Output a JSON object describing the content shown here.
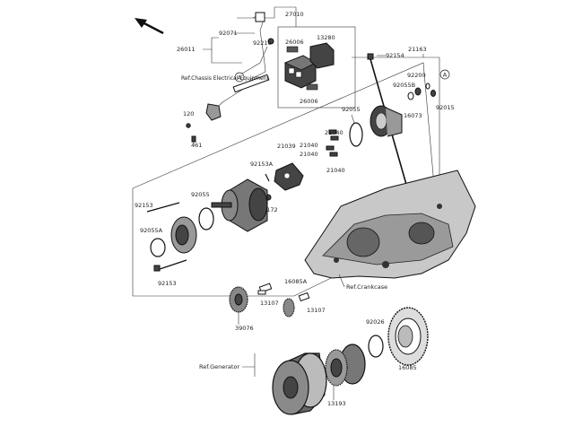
{
  "direction_arrow": "front-arrow-icon",
  "ref_circle_label": "A",
  "labels": {
    "p27010": "27010",
    "p92071": "92071",
    "p92210": "92210",
    "p26011": "26011",
    "p26006a": "26006",
    "p13280": "13280",
    "p26006b": "26006",
    "ref_chassis": "Ref.Chassis Electrical Equipment",
    "p120": "120",
    "p461": "461",
    "p92154": "92154",
    "p21163": "21163",
    "p92200": "92200",
    "p92055b_top": "92055B",
    "p16073": "16073",
    "p92015": "92015",
    "p92055_mid": "92055",
    "p21040_a": "21040",
    "p21040_b": "21040",
    "p21040_c": "21040",
    "p21040_d": "21040",
    "p21039": "21039",
    "p92153a": "92153A",
    "p92172": "92172",
    "p92153_top": "92153",
    "p92055_left": "92055",
    "p92055a": "92055A",
    "p92153_bot": "92153",
    "ref_crankcase": "Ref.Crankcase",
    "p16085a": "16085A",
    "p13107_a": "13107",
    "p13107_b": "13107",
    "p39076": "39076",
    "p92026": "92026",
    "p16085": "16085",
    "ref_generator": "Ref.Generator",
    "p13193": "13193"
  }
}
